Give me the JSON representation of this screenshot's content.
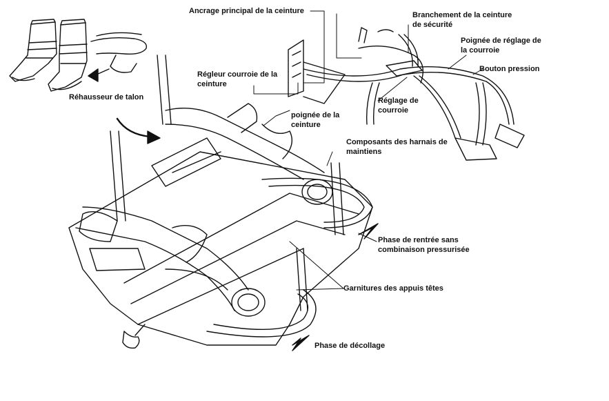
{
  "labels": {
    "ancrage": "Ancrage principal de la ceinture",
    "branchement_1": "Branchement de la ceinture",
    "branchement_2": "de sécurité",
    "poignee_reglage_1": "Poignée de réglage de",
    "poignee_reglage_2": "la courroie",
    "bouton_pression": "Bouton pression",
    "regleur_1": "Régleur courroie de la",
    "regleur_2": "ceinture",
    "rehausseur": "Réhausseur de talon",
    "reglage_courroie_1": "Réglage de",
    "reglage_courroie_2": "courroie",
    "poignee_ceinture_1": "poignée de la",
    "poignee_ceinture_2": "ceinture",
    "composants_1": "Composants des harnais de",
    "composants_2": "maintiens",
    "rentree_1": "Phase de rentrée sans",
    "rentree_2": "combinaison pressurisée",
    "garnitures": "Garnitures des appuis têtes",
    "decollage": "Phase de décollage"
  },
  "colors": {
    "ink": "#111111",
    "background": "#ffffff"
  }
}
